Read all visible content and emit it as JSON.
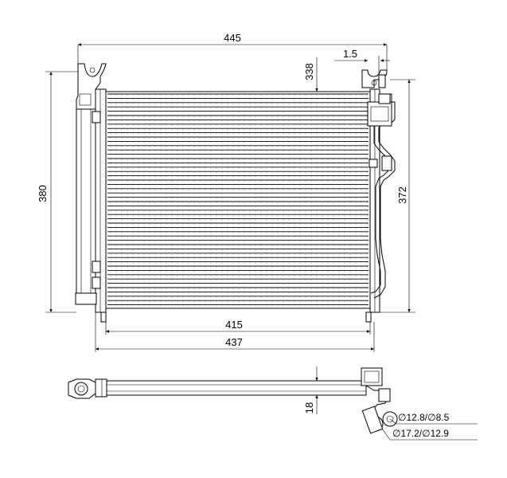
{
  "dimensions": {
    "top_width": "445",
    "offset_small": "1.5",
    "core_height_inner": "338",
    "overall_height": "380",
    "right_height": "372",
    "core_width": "415",
    "overall_width": "437",
    "thickness": "18",
    "pipe_diameter_1": "∅12.8/∅8.5",
    "pipe_diameter_2": "∅17.2/∅12.9"
  }
}
